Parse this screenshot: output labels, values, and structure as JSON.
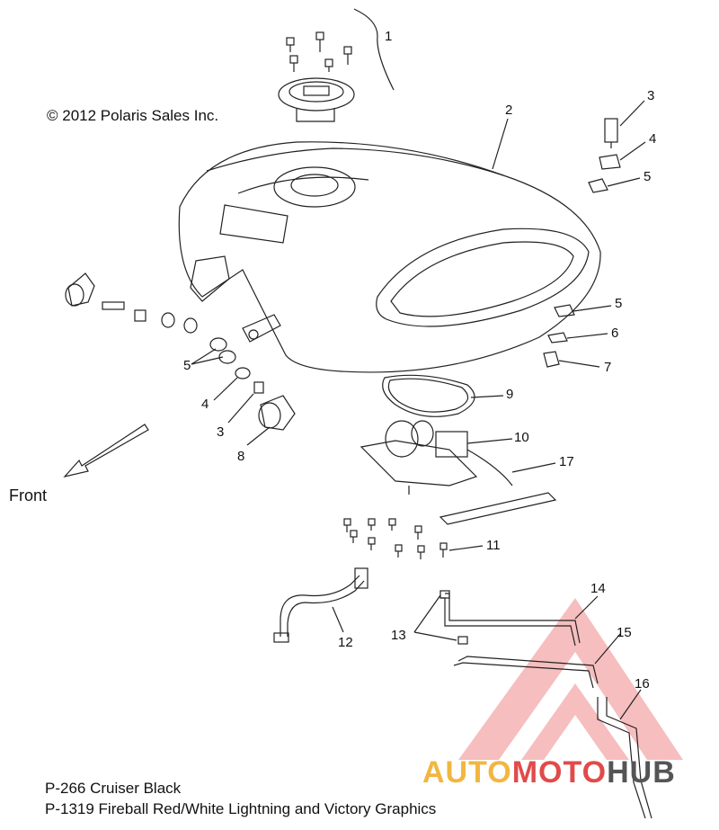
{
  "copyright": "© 2012 Polaris Sales Inc.",
  "direction_label": "Front",
  "footer": {
    "line1": "P-266  Cruiser Black",
    "line2": "P-1319 Fireball Red/White Lightning and Victory Graphics"
  },
  "callouts": [
    {
      "id": "c1",
      "label": "1"
    },
    {
      "id": "c2",
      "label": "2"
    },
    {
      "id": "c3a",
      "label": "3"
    },
    {
      "id": "c4a",
      "label": "4"
    },
    {
      "id": "c5a",
      "label": "5"
    },
    {
      "id": "c5b",
      "label": "5"
    },
    {
      "id": "c6",
      "label": "6"
    },
    {
      "id": "c7",
      "label": "7"
    },
    {
      "id": "c5c",
      "label": "5"
    },
    {
      "id": "c4b",
      "label": "4"
    },
    {
      "id": "c3b",
      "label": "3"
    },
    {
      "id": "c8",
      "label": "8"
    },
    {
      "id": "c9",
      "label": "9"
    },
    {
      "id": "c10",
      "label": "10"
    },
    {
      "id": "c17",
      "label": "17"
    },
    {
      "id": "c11",
      "label": "11"
    },
    {
      "id": "c12",
      "label": "12"
    },
    {
      "id": "c13",
      "label": "13"
    },
    {
      "id": "c14",
      "label": "14"
    },
    {
      "id": "c15",
      "label": "15"
    },
    {
      "id": "c16",
      "label": "16"
    }
  ],
  "watermark": {
    "part1": "AUTO",
    "part2": "MOTO",
    "part3": "HUB"
  },
  "colors": {
    "line": "#222222",
    "watermark_red": "#e24a4a",
    "watermark_orange": "#f2b640",
    "watermark_gray": "#555555"
  }
}
